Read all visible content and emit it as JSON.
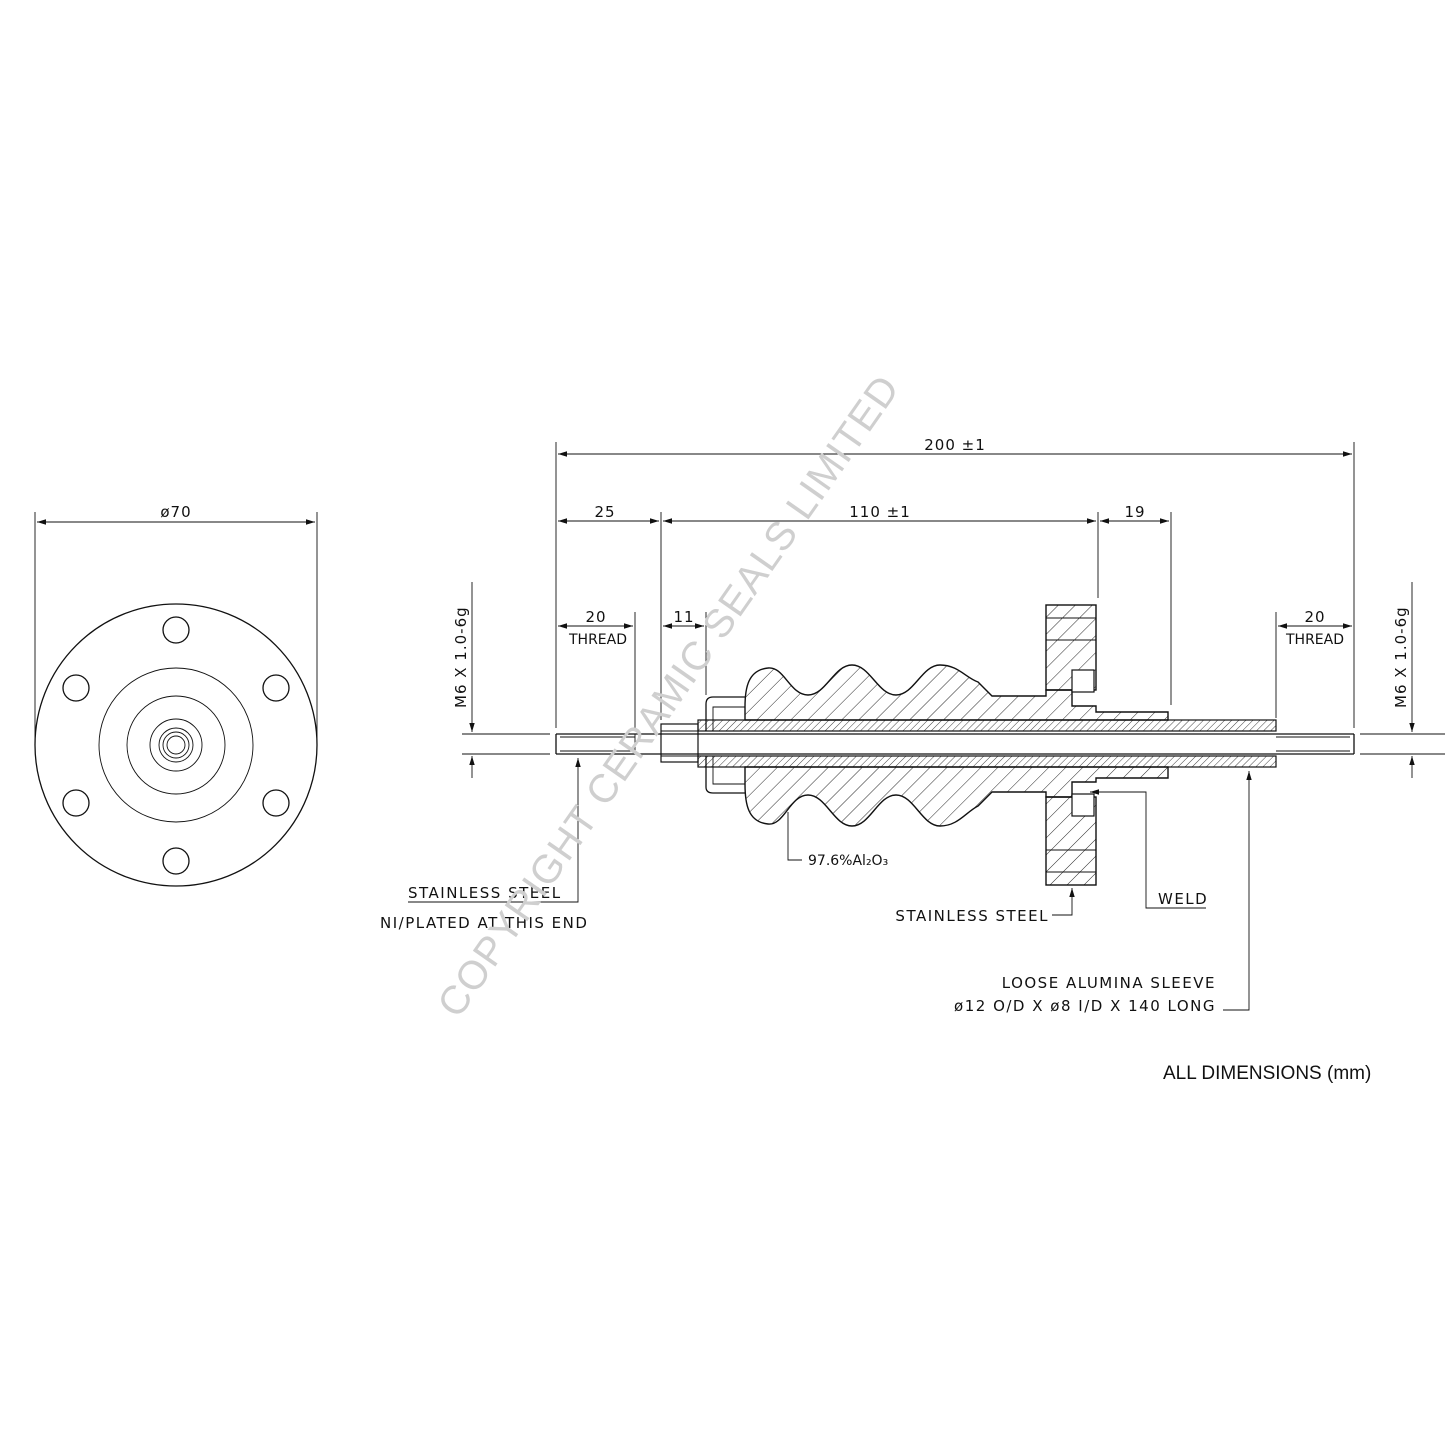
{
  "end_view": {
    "diameter_label": "ø70"
  },
  "side_view": {
    "dim_overall": "200 ±1",
    "dim_left_end": "25",
    "dim_insulator": "110 ±1",
    "dim_right_end": "19",
    "dim_thread_left": "20",
    "dim_thread_right": "20",
    "thread_word": "THREAD",
    "dim_collar": "11",
    "thread_spec": "M6 X 1.0-6g",
    "material_ceramic": "97.6%Al₂O₃"
  },
  "callouts": {
    "left_end_line1": "STAINLESS STEEL",
    "left_end_line2": "NI/PLATED AT THIS END",
    "flange_material": "STAINLESS STEEL",
    "weld": "WELD",
    "sleeve_line1": "LOOSE ALUMINA SLEEVE",
    "sleeve_line2": "ø12 O/D X ø8 I/D X 140 LONG"
  },
  "watermark": "COPYRIGHT CERAMIC SEALS LIMITED",
  "units_note": "ALL DIMENSIONS (mm)"
}
